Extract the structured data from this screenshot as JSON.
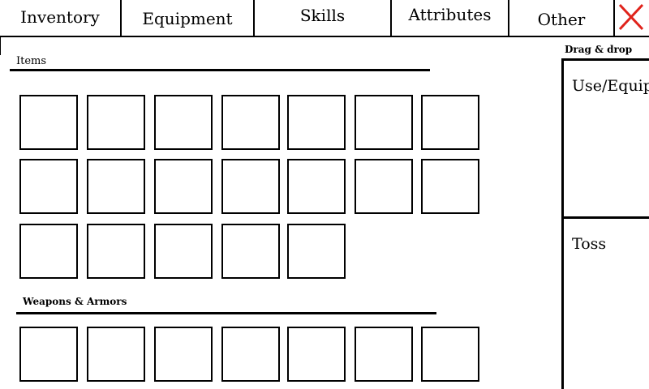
{
  "tabs": [
    {
      "label": "Inventory"
    },
    {
      "label": "Equipment"
    },
    {
      "label": "Skills"
    },
    {
      "label": "Attributes"
    },
    {
      "label": "Other"
    }
  ],
  "close_icon": "close-x-icon",
  "colors": {
    "close": "#e0231b",
    "line": "#000000",
    "background": "#ffffff"
  },
  "items_section": {
    "label": "Items",
    "slot_count": 19
  },
  "weapons_section": {
    "label": "Weapons & Armors",
    "slot_count": 7
  },
  "drag_drop": {
    "label": "Drag & drop",
    "use_equip": "Use/Equip",
    "toss": "Toss"
  }
}
